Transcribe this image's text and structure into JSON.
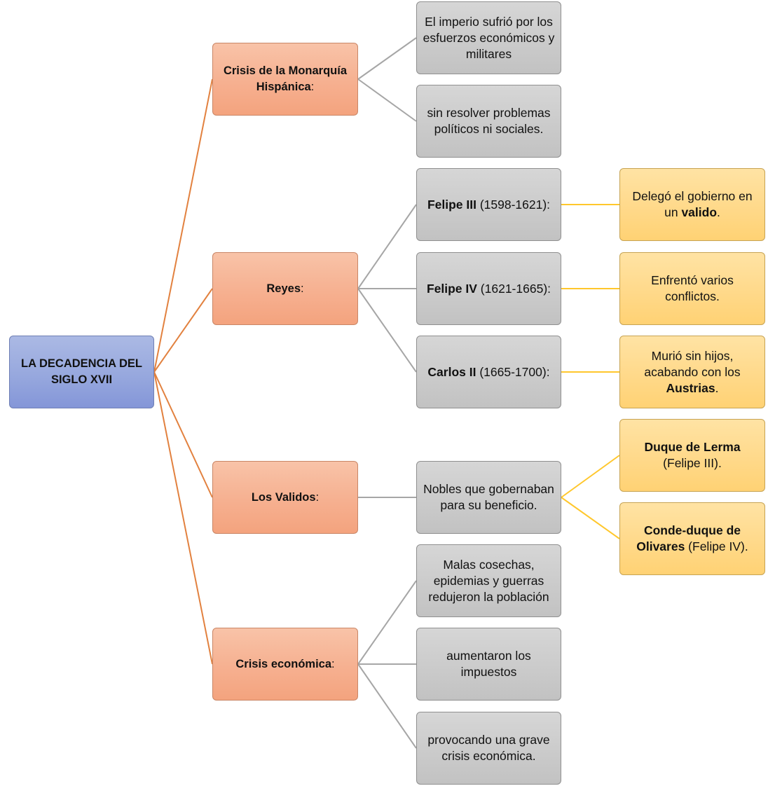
{
  "root": {
    "line1": "LA DECADENCIA DEL",
    "line2": "SIGLO XVII"
  },
  "categories": {
    "monarquia": {
      "bold": "Crisis de la Monarquía Hispánica",
      "rest": ":"
    },
    "reyes": {
      "bold": "Reyes",
      "rest": ":"
    },
    "validos": {
      "bold": "Los Validos",
      "rest": ":"
    },
    "economica": {
      "bold": "Crisis económica",
      "rest": ":"
    }
  },
  "details": {
    "monarquia_1": "El imperio sufrió por los esfuerzos económicos y militares",
    "monarquia_2": "sin resolver problemas políticos ni sociales.",
    "felipe3": {
      "bold": "Felipe III",
      "rest": " (1598-1621):"
    },
    "felipe4": {
      "bold": "Felipe IV",
      "rest": " (1621-1665):"
    },
    "carlos2": {
      "bold": "Carlos II",
      "rest": " (1665-1700):"
    },
    "validos_1": "Nobles que gobernaban para su beneficio.",
    "economica_1": "Malas cosechas, epidemias y guerras redujeron la población",
    "economica_2": "aumentaron los impuestos",
    "economica_3": "provocando una grave crisis económica."
  },
  "leaves": {
    "felipe3_note": {
      "pre": "Delegó el gobierno en un ",
      "bold": "valido",
      "post": "."
    },
    "felipe4_note": "Enfrentó varios conflictos.",
    "carlos2_note": {
      "pre": "Murió sin hijos, acabando con los ",
      "bold": "Austrias",
      "post": "."
    },
    "lerma": {
      "bold": "Duque de Lerma",
      "rest": " (Felipe III)."
    },
    "olivares": {
      "bold": "Conde-duque de Olivares",
      "rest": " (Felipe IV)."
    }
  },
  "colors": {
    "orange_connector": "#e2813f",
    "gray_connector": "#a6a6a6",
    "yellow_connector": "#ffc72c"
  }
}
